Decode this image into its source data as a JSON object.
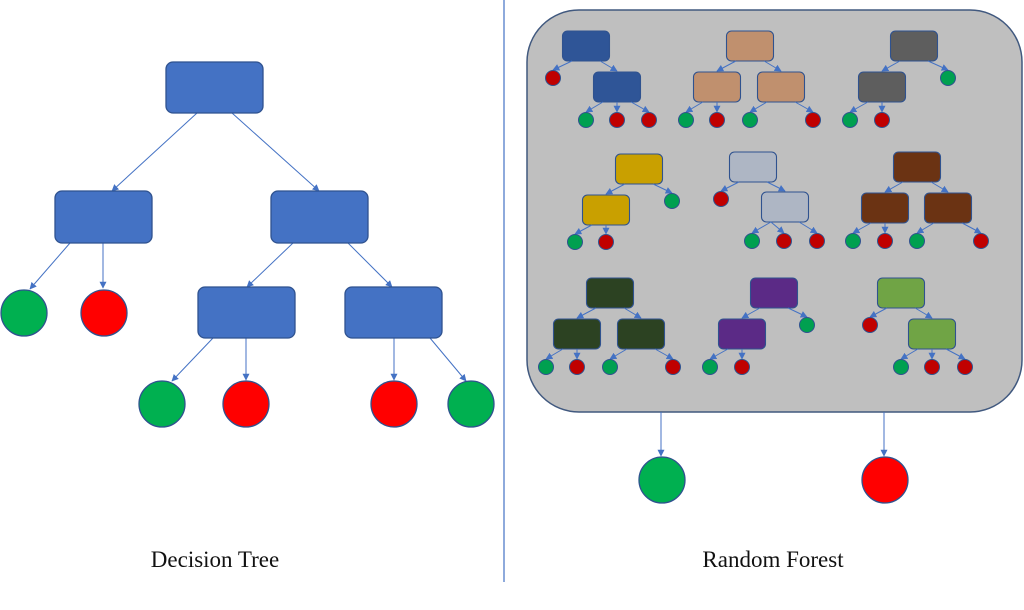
{
  "captions": {
    "decision_tree": "Decision Tree",
    "random_forest": "Random Forest"
  },
  "colors": {
    "tree_node": "#4472C4",
    "tree_node_border": "#2F528F",
    "edge": "#4472C4",
    "leaf_green": "#00B050",
    "leaf_red": "#FF0000",
    "forest_panel": "#BFBFBF",
    "forest_panel_border": "#41597F",
    "divider": "#4472C4"
  },
  "forest_tree_colors": [
    "#2F5597",
    "#C0906E",
    "#5E5E5E",
    "#C9A000",
    "#AEB6C4",
    "#6B3313",
    "#2C4222",
    "#5B2A86",
    "#70A445"
  ],
  "forest_leaf_colors": [
    "#00A050",
    "#C00000"
  ],
  "outputs": [
    "green",
    "red"
  ]
}
